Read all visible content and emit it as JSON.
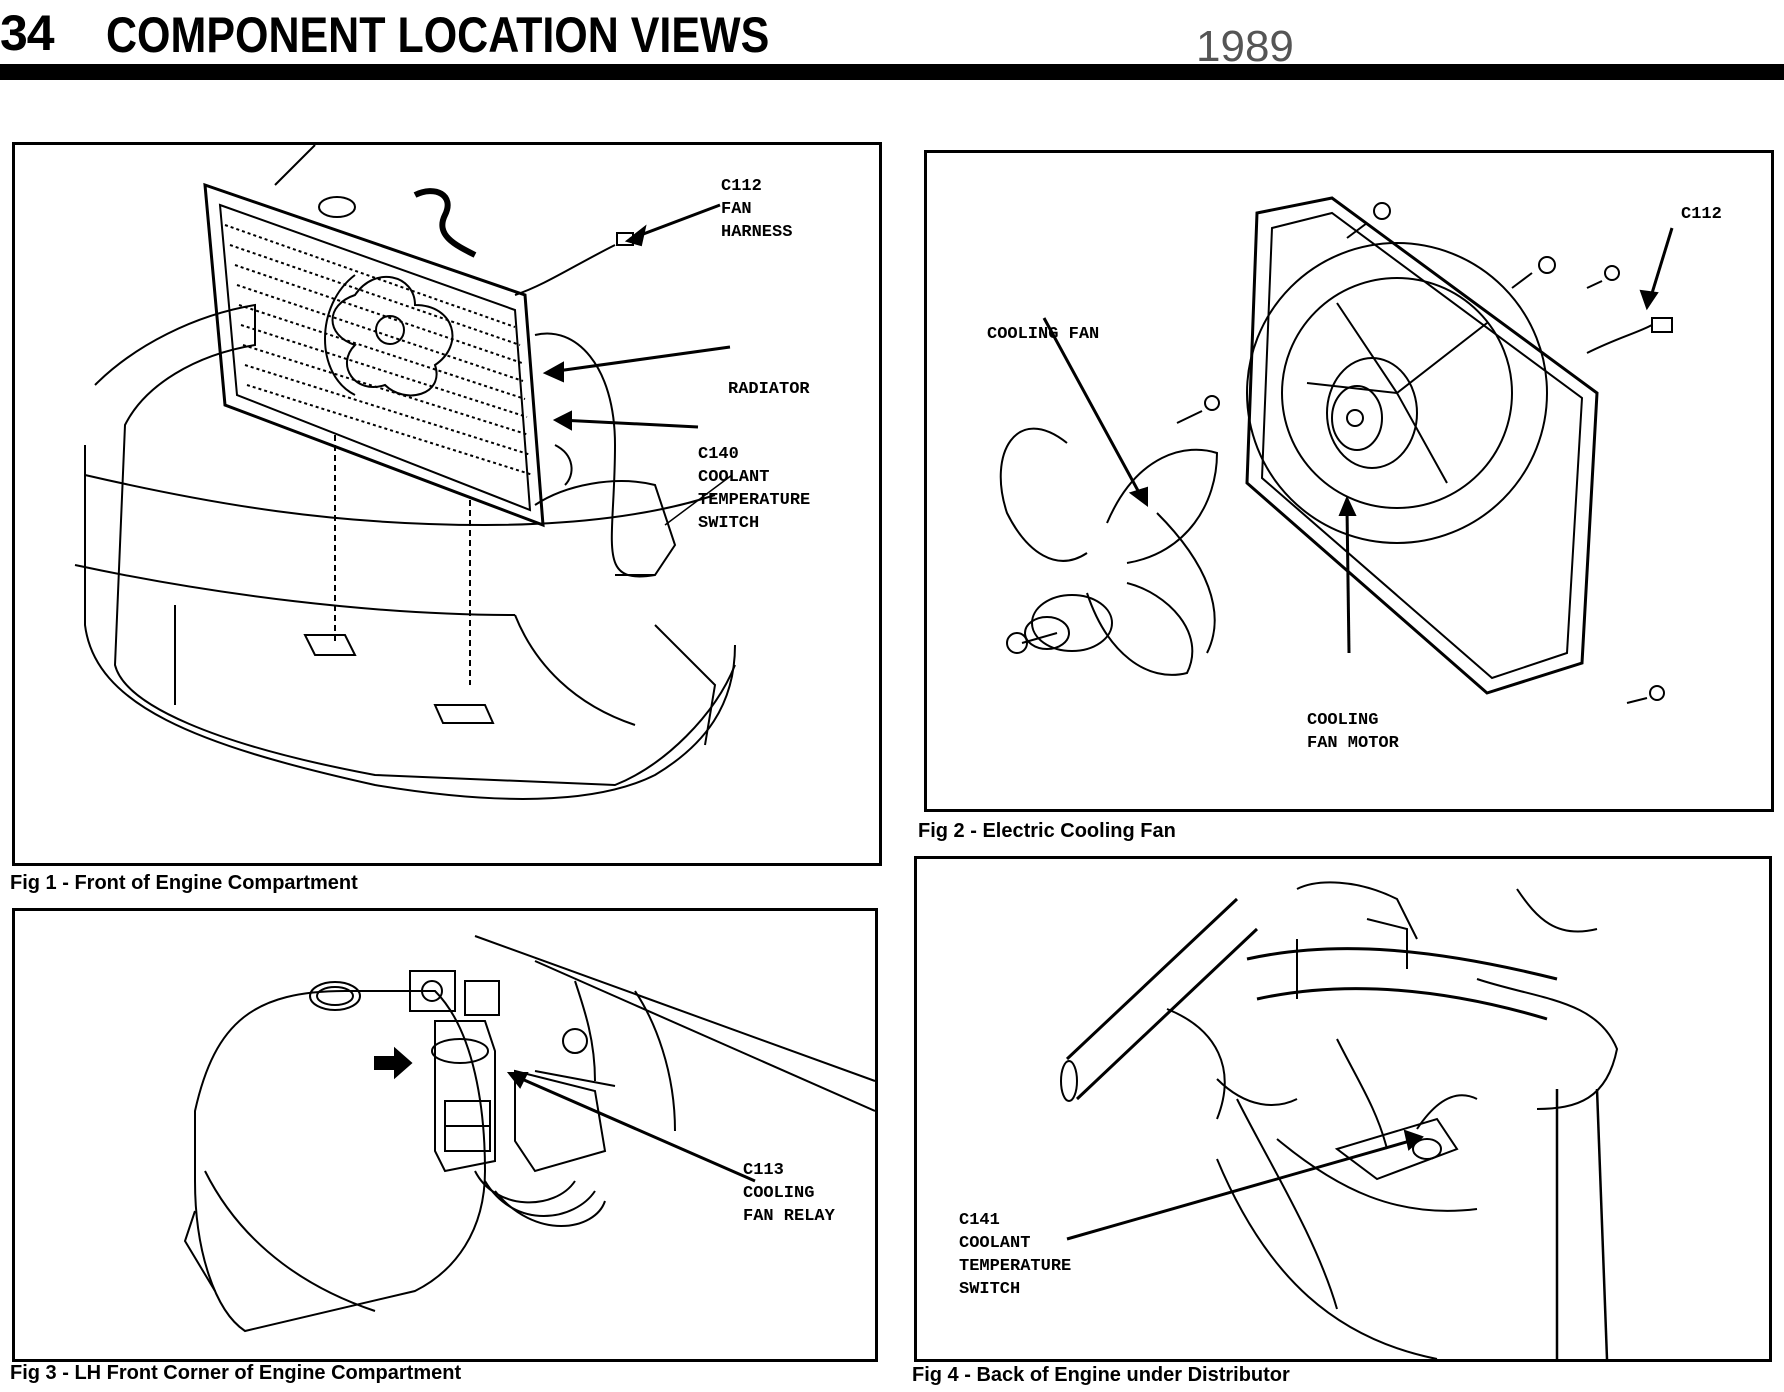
{
  "header": {
    "page_number": "34",
    "title": "COMPONENT LOCATION VIEWS",
    "year": "1989"
  },
  "fig1": {
    "caption": "Fig 1 -  Front of Engine Compartment",
    "labels": {
      "c112": [
        "C112",
        "FAN",
        "HARNESS"
      ],
      "radiator": [
        "RADIATOR"
      ],
      "c140": [
        "C140",
        "COOLANT",
        "TEMPERATURE",
        "SWITCH"
      ]
    }
  },
  "fig2": {
    "caption": "Fig 2 - Electric Cooling Fan",
    "labels": {
      "c112": [
        "C112"
      ],
      "cooling_fan": [
        "COOLING FAN"
      ],
      "fan_motor": [
        "COOLING",
        "FAN MOTOR"
      ]
    }
  },
  "fig3": {
    "caption": "Fig 3 - LH Front Corner of Engine Compartment",
    "labels": {
      "c113": [
        "C113",
        "COOLING",
        "FAN  RELAY"
      ]
    }
  },
  "fig4": {
    "caption": "Fig 4 - Back of Engine under Distributor",
    "labels": {
      "c141": [
        "C141",
        "COOLANT",
        "TEMPERATURE",
        "SWITCH"
      ]
    }
  }
}
